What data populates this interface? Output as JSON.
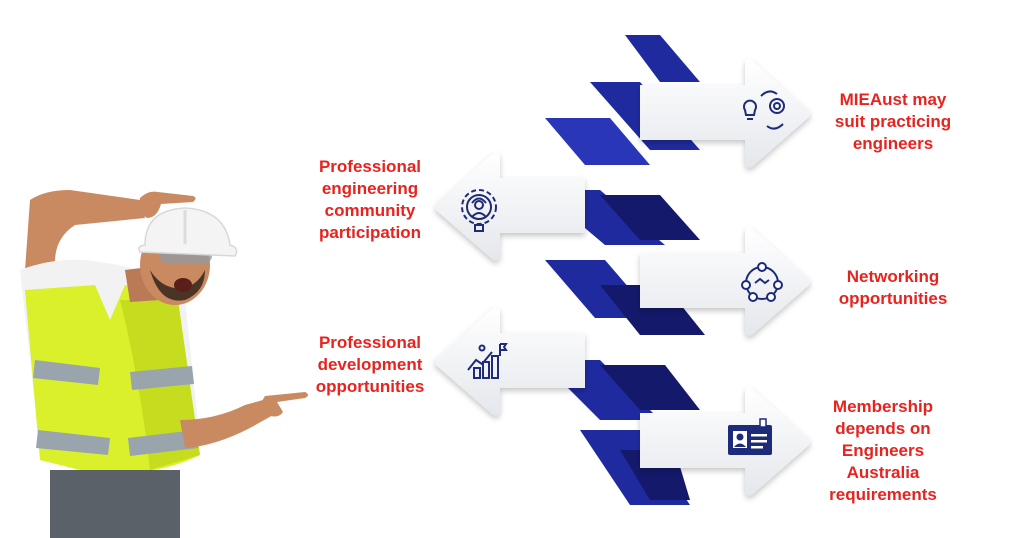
{
  "benefits": {
    "left": [
      {
        "id": "community",
        "label": "Professional\nengineering\ncommunity\nparticipation",
        "icon": "engineer-gear-icon"
      },
      {
        "id": "development",
        "label": "Professional\ndevelopment\nopportunities",
        "icon": "growth-chart-icon"
      }
    ],
    "right": [
      {
        "id": "mieaust",
        "label": "MIEAust may\nsuit practicing\nengineers",
        "icon": "idea-cycle-icon"
      },
      {
        "id": "networking",
        "label": "Networking\nopportunities",
        "icon": "network-handshake-icon"
      },
      {
        "id": "membership",
        "label": "Membership\ndepends on\nEngineers\nAustralia\nrequirements",
        "icon": "id-card-icon"
      }
    ]
  },
  "colors": {
    "label_red": "#e8231f",
    "chevron_blue": "#1f2a9e",
    "chevron_dark": "#14196b",
    "arrow_white": "#f5f6f8",
    "icon_navy": "#1e2b7a",
    "vest_yellow": "#d9f02a",
    "vest_stripe": "#9aa4ad"
  }
}
